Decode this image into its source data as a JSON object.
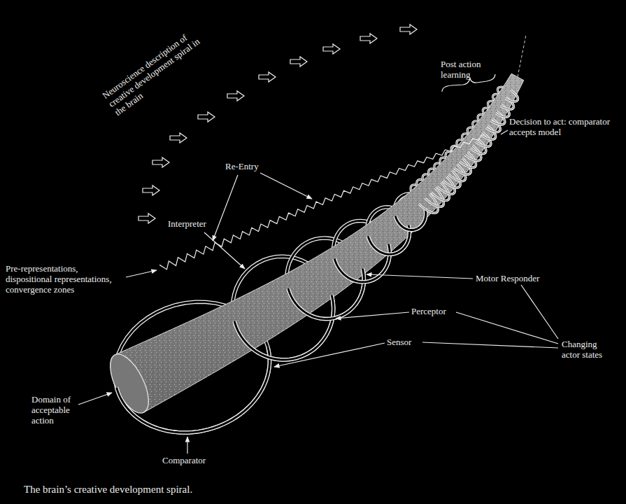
{
  "diagram": {
    "caption": "The brain’s creative development spiral.",
    "labels": [
      "Neuroscience description of creative development spiral in the brain",
      "Post action learning",
      "Decision to act: comparator accepts model",
      "Re-Entry",
      "Interpreter",
      "Pre-representations, dispositional representations, convergence zones",
      "Motor Responder",
      "Perceptor",
      "Sensor",
      "Changing actor states",
      "Domain of acceptable action",
      "Comparator"
    ]
  }
}
